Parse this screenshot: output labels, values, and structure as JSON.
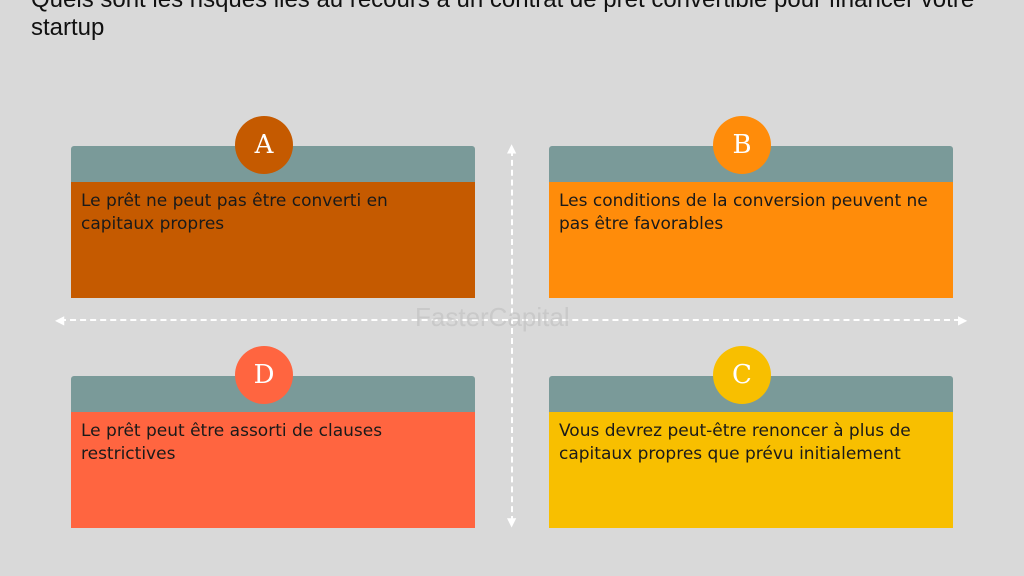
{
  "title": "Quels sont les risques liés au recours à un contrat de prêt convertible pour financer votre startup",
  "watermark": "FasterCapital",
  "cards": [
    {
      "letter": "A",
      "text": "Le prêt ne peut pas être converti en capitaux propres",
      "color": "#c55a00",
      "badge": "#c55a00"
    },
    {
      "letter": "B",
      "text": "Les conditions de la conversion peuvent ne pas être favorables",
      "color": "#ff8c0a",
      "badge": "#ff8c0a"
    },
    {
      "letter": "D",
      "text": "Le prêt peut être assorti de clauses restrictives",
      "color": "#ff6540",
      "badge": "#ff6540"
    },
    {
      "letter": "C",
      "text": "Vous devrez peut-être renoncer à plus de capitaux propres que prévu initialement",
      "color": "#f8bf00",
      "badge": "#f8bf00"
    }
  ]
}
